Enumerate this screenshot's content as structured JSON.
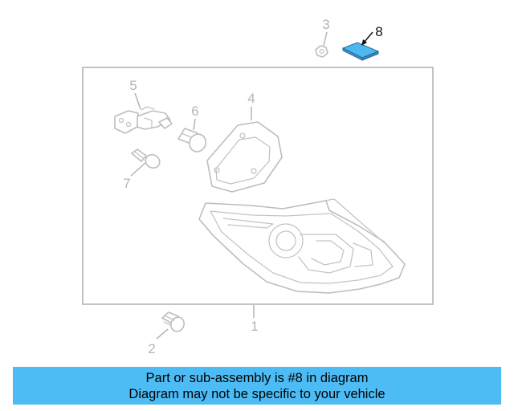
{
  "colors": {
    "banner_background": "#4dbcf5",
    "highlight_part": "#4db8f0",
    "inactive_line": "#b4b4b4",
    "active_callout": "#111111"
  },
  "callouts": [
    {
      "number": "1",
      "part": "tail-lamp-assembly",
      "highlighted": false
    },
    {
      "number": "2",
      "part": "bulb-socket",
      "highlighted": false
    },
    {
      "number": "3",
      "part": "nut",
      "highlighted": false
    },
    {
      "number": "4",
      "part": "gasket",
      "highlighted": false
    },
    {
      "number": "5",
      "part": "socket-harness",
      "highlighted": false
    },
    {
      "number": "6",
      "part": "bulb",
      "highlighted": false
    },
    {
      "number": "7",
      "part": "small-bulb",
      "highlighted": false
    },
    {
      "number": "8",
      "part": "label",
      "highlighted": true
    }
  ],
  "banner": {
    "line1": "Part or sub-assembly is #8 in diagram",
    "line2": "Diagram may not be specific to your vehicle"
  }
}
